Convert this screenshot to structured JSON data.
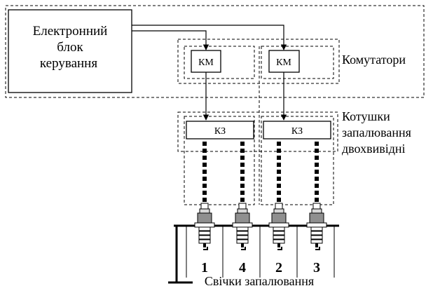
{
  "ecu_label": [
    "Електронний",
    "блок",
    "керування"
  ],
  "commutators_label": "Комутатори",
  "km_label": "КМ",
  "coils_label": [
    "Котушки",
    "запалювання",
    "двохвивідні"
  ],
  "kz_label": "КЗ",
  "plug_numbers": [
    "1",
    "4",
    "2",
    "3"
  ],
  "plugs_label": "Свічки запалювання"
}
